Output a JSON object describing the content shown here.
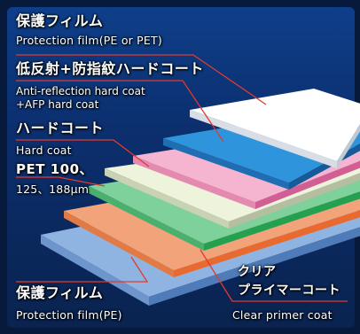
{
  "labels": {
    "top_protection_jp": "保護フィルム",
    "top_protection_en": "Protection film(PE or PET)",
    "antireflection_jp": "低反射+防指紋ハードコート",
    "antireflection_en_line1": "Anti-reflection hard coat",
    "antireflection_en_line2": "+AFP hard coat",
    "hardcoat_jp": "ハードコート",
    "hardcoat_en": "Hard coat",
    "pet_line1": "PET 100、",
    "pet_line2": "125、188μm",
    "bottom_protection_jp": "保護フィルム",
    "bottom_protection_en": "Protection film(PE)",
    "primer_jp_line1": "クリア",
    "primer_jp_line2": "プライマーコート",
    "primer_en": "Clear primer coat"
  },
  "layer_colors": {
    "top_protection": "#ffffff",
    "antireflection": "#2a8fd8",
    "hardcoat": "#f4a8c8",
    "pet": "#e6f0d2",
    "primer": "#5ec27a",
    "bottom_hardcoat": "#f08050",
    "bottom_protection": "#a8c8ec"
  },
  "leader_color": "#e23a2e"
}
